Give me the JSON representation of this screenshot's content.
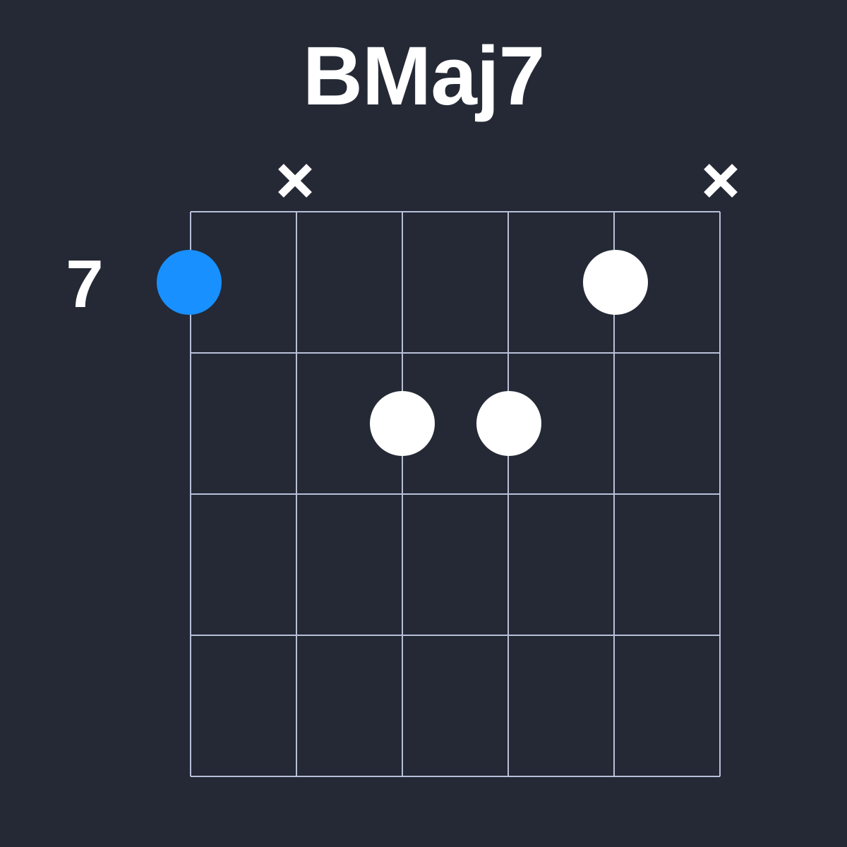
{
  "chord": {
    "name": "BMaj7",
    "start_fret_label": "7",
    "strings": 6,
    "frets_shown": 4,
    "colors": {
      "background": "#242935",
      "grid": "#b8bfd8",
      "root_dot": "#1890ff",
      "dot": "#ffffff",
      "text": "#ffffff"
    },
    "muted_strings": [
      2,
      6
    ],
    "fingering": [
      {
        "string": 1,
        "fret": 1,
        "root": true
      },
      {
        "string": 3,
        "fret": 2,
        "root": false
      },
      {
        "string": 4,
        "fret": 2,
        "root": false
      },
      {
        "string": 5,
        "fret": 1,
        "root": false
      }
    ]
  }
}
